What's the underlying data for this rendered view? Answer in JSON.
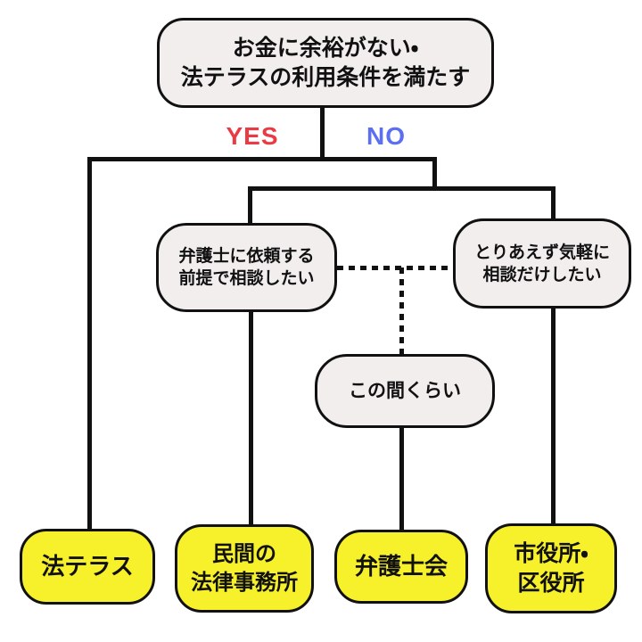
{
  "root_box": {
    "line1": "お金に余裕がない・",
    "line2": "法テラスの利用条件を満たす"
  },
  "branches": {
    "yes_label": "YES",
    "no_label": "NO"
  },
  "mid_left_box": {
    "line1": "弁護士に依頼する",
    "line2": "前提で相談したい"
  },
  "mid_right_box": {
    "line1": "とりあえず気軽に",
    "line2": "相談だけしたい"
  },
  "between_box": {
    "label": "この間くらい"
  },
  "outcomes": {
    "houterasu": {
      "label": "法テラス"
    },
    "private_office": {
      "line1": "民間の",
      "line2": "法律事務所"
    },
    "bar_association": {
      "label": "弁護士会"
    },
    "city_office": {
      "line1": "市役所・",
      "line2": "区役所"
    }
  },
  "colors": {
    "bg": "#ffffff",
    "line": "#111111",
    "box_fill": "#f3eeee",
    "outcome_fill": "#f7f12b",
    "yes": "#ea3b45",
    "no": "#5b6ff0",
    "text": "#111111"
  }
}
